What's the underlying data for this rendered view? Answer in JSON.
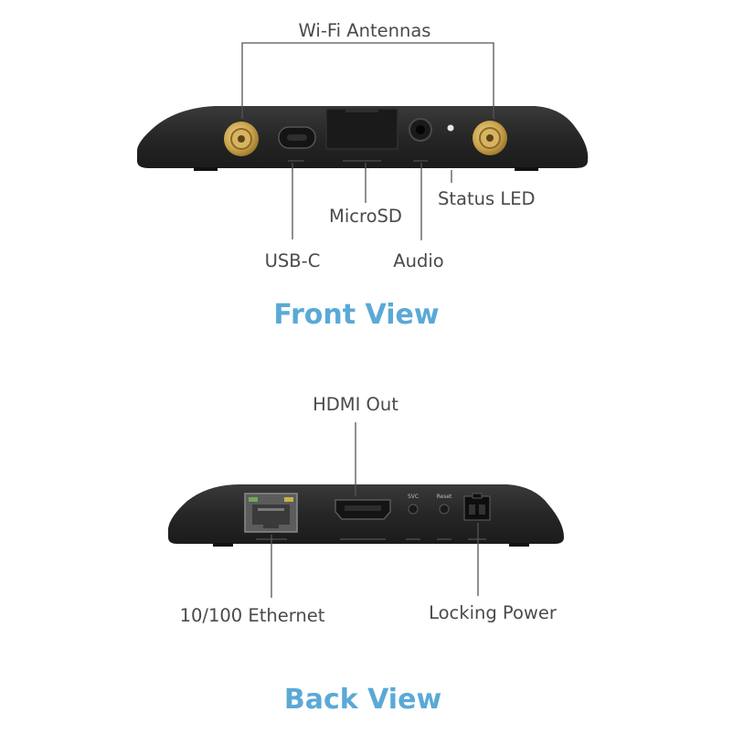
{
  "front": {
    "heading": "Front View",
    "labels": {
      "wifi_antennas": "Wi-Fi Antennas",
      "status_led": "Status LED",
      "microsd": "MicroSD",
      "usb_c": "USB-C",
      "audio": "Audio"
    }
  },
  "back": {
    "heading": "Back View",
    "labels": {
      "hdmi_out": "HDMI Out",
      "ethernet": "10/100 Ethernet",
      "locking_power": "Locking Power"
    },
    "button_labels": {
      "svc": "SVC",
      "reset": "Reset"
    }
  },
  "colors": {
    "heading": "#5aa9d6",
    "device_body": "#2a2a2a",
    "antenna_connector": "#c9a24a",
    "label_text": "#4a4a4a"
  }
}
